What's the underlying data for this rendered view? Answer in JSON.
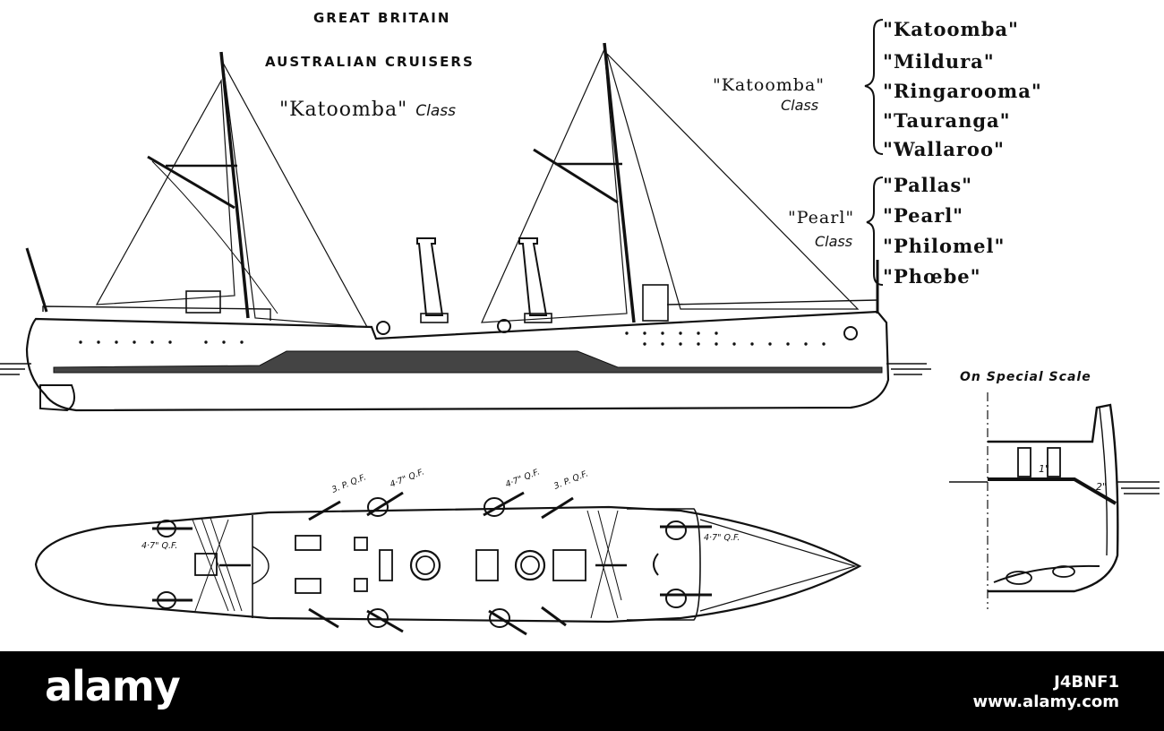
{
  "heading": {
    "country": "GREAT BRITAIN",
    "subtitle": "AUSTRALIAN CRUISERS",
    "class_name": "\"Katoomba\"",
    "class_word": "Class"
  },
  "katoomba_group": {
    "label": "\"Katoomba\"",
    "class_word": "Class",
    "ships": [
      "\"Katoomba\"",
      "\"Mildura\"",
      "\"Ringarooma\"",
      "\"Tauranga\"",
      "\"Wallaroo\""
    ]
  },
  "pearl_group": {
    "label": "\"Pearl\"",
    "class_word": "Class",
    "ships": [
      "\"Pallas\"",
      "\"Pearl\"",
      "\"Philomel\"",
      "\"Phœbe\""
    ]
  },
  "gun_labels": {
    "top_3p_left": "3. P. Q.F.",
    "top_47_left": "4·7\" Q.F.",
    "top_47_right": "4·7\" Q.F.",
    "top_3p_right": "3. P. Q.F.",
    "stern_47": "4·7\" Q.F.",
    "bow_47": "4·7\" Q.F."
  },
  "section": {
    "scale_label": "On Special Scale",
    "armor_1": "1\"",
    "armor_2": "2\""
  },
  "footer": {
    "brand": "alamy",
    "image_id": "J4BNF1",
    "site": "www.alamy.com"
  },
  "colors": {
    "ink": "#111111",
    "paper": "#ffffff",
    "footer_bg": "#000000",
    "footer_text": "#ffffff"
  }
}
